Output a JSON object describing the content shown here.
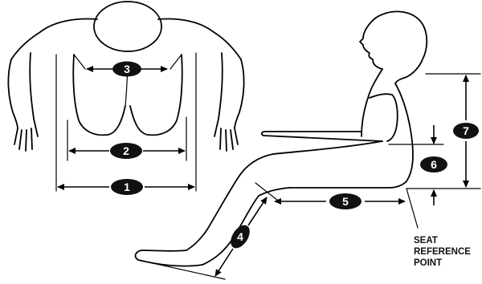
{
  "labels": {
    "m1": "1",
    "m2": "2",
    "m3": "3",
    "m4": "4",
    "m5": "5",
    "m6": "6",
    "m7": "7"
  },
  "seat_reference": [
    "SEAT",
    "REFERENCE",
    "POINT"
  ]
}
